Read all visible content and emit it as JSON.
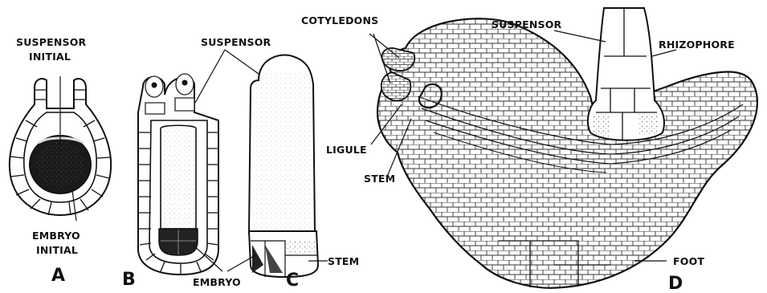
{
  "labels": {
    "suspensor_initial_line1": "SUSPENSOR",
    "suspensor_initial_line2": "INITIAL",
    "embryo_initial_line1": "EMBRYO",
    "embryo_initial_line2": "INITIAL",
    "suspensor_b": "SUSPENSOR",
    "embryo": "EMBRYO",
    "stem_c": "STEM",
    "cotyledons": "COTYLEDONS",
    "suspensor_d": "SUSPENSOR",
    "rhizophore": "RHIZOPHORE",
    "ligule": "LIGULE",
    "stem_d": "STEM",
    "foot": "FOOT"
  },
  "panels": {
    "a": "A",
    "b": "B",
    "c": "C",
    "d": "D"
  },
  "colors": {
    "ink": "#111111",
    "background": "#ffffff"
  }
}
